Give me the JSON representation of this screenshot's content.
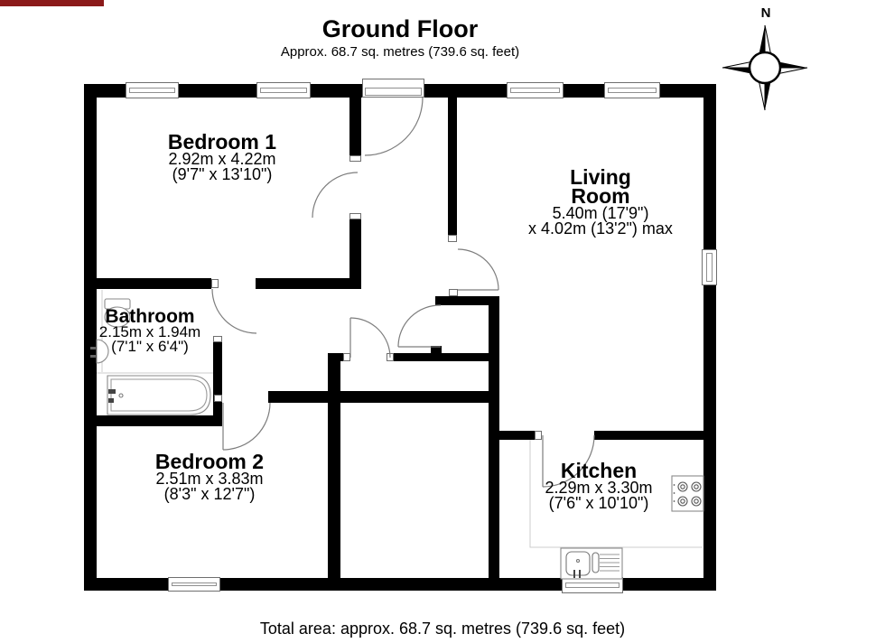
{
  "page": {
    "title": "Ground Floor",
    "subtitle": "Approx. 68.7 sq. metres (739.6 sq. feet)",
    "footer": "Total area: approx. 68.7 sq. metres (739.6 sq. feet)"
  },
  "compass": {
    "label": "N"
  },
  "rooms": [
    {
      "name": "Bedroom 1",
      "dims": [
        "2.92m x 4.22m",
        "(9'7\" x 13'10\")"
      ]
    },
    {
      "name": "Living Room",
      "dims": [
        "5.40m (17'9\")",
        "x 4.02m (13'2\") max"
      ]
    },
    {
      "name": "Bathroom",
      "dims": [
        "2.15m x 1.94m",
        "(7'1\" x 6'4\")"
      ]
    },
    {
      "name": "Bedroom 2",
      "dims": [
        "2.51m x 3.83m",
        "(8'3\" x 12'7\")"
      ]
    },
    {
      "name": "Kitchen",
      "dims": [
        "2.29m x 3.30m",
        "(7'6\" x 10'10\")"
      ]
    }
  ],
  "colors": {
    "wall": "#000000",
    "door_arc": "#7d7d7d",
    "fixture_line": "#8a8a8a",
    "logo_accent": "#8b1a1a"
  }
}
